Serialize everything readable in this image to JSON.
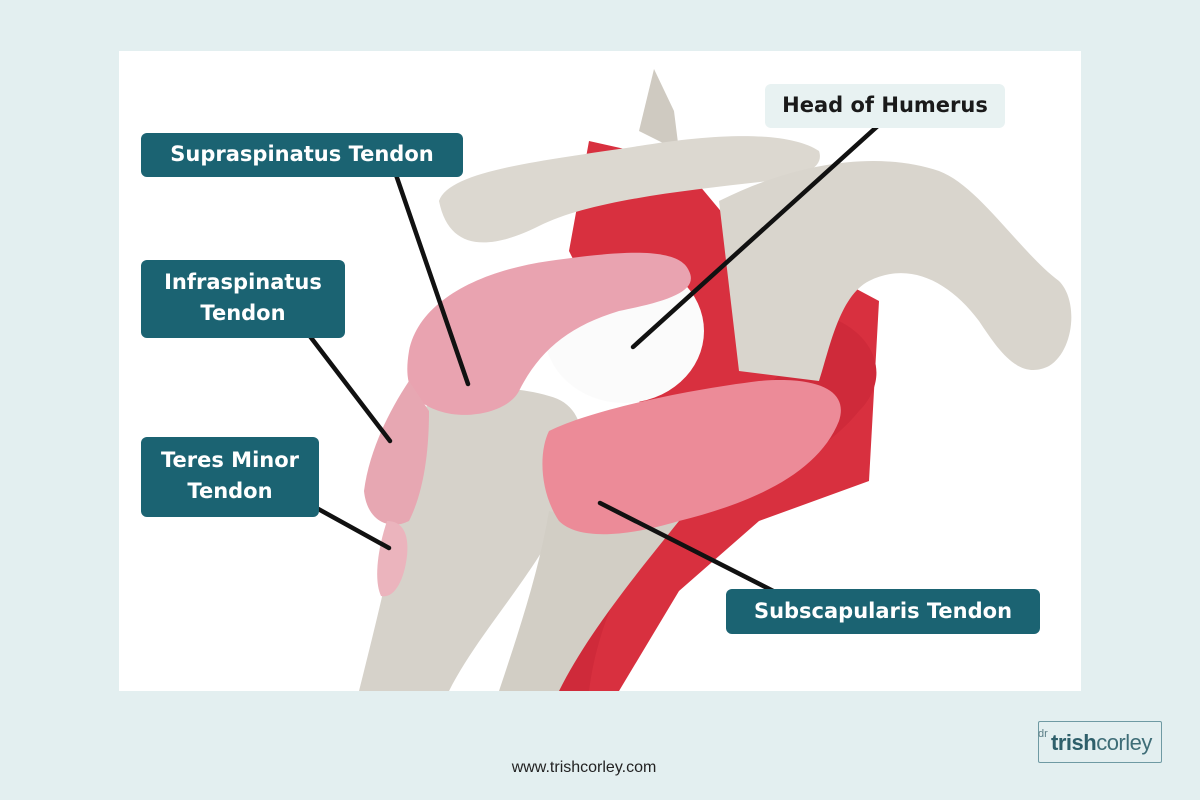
{
  "labels": {
    "head_of_humerus": "Head of Humerus",
    "supraspinatus": "Supraspinatus Tendon",
    "infraspinatus_line1": "Infraspinatus",
    "infraspinatus_line2": "Tendon",
    "teres_minor_line1": "Teres Minor",
    "teres_minor_line2": "Tendon",
    "subscapularis": "Subscapularis Tendon"
  },
  "footer": {
    "url": "www.trishcorley.com"
  },
  "logo": {
    "prefix": "dr",
    "name_bold": "trish",
    "name_rest": "corley"
  },
  "colors": {
    "label_bg": "#1b6372",
    "label_highlight_bg": "#e8f2f2",
    "page_bg": "#e3eff0",
    "bone": "#d8d4cc",
    "tendon_pink": "#e9a3b0",
    "muscle_red": "#d8303f"
  }
}
